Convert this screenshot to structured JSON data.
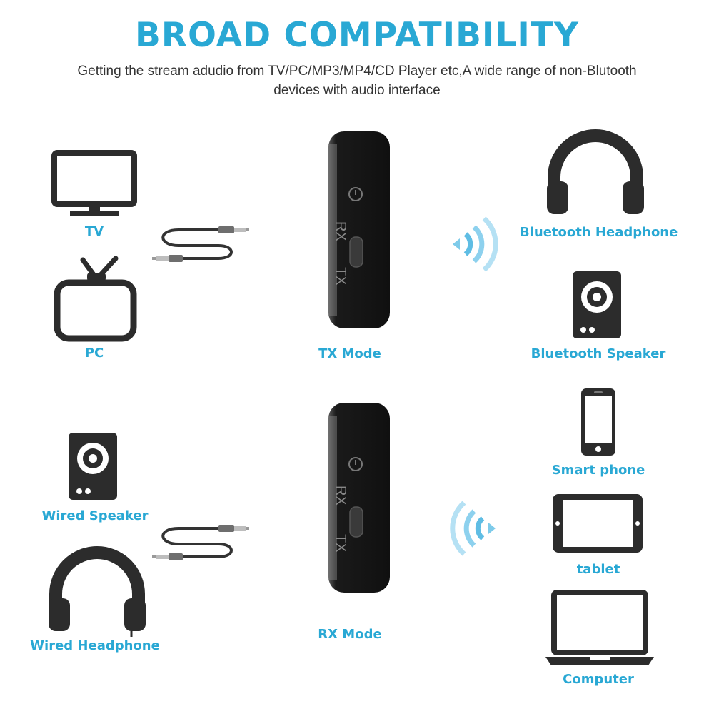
{
  "header": {
    "title": "BROAD COMPATIBILITY",
    "subtitle_line1": "Getting the stream adudio from TV/PC/MP3/MP4/CD Player etc,A wide range of non-Blutooth",
    "subtitle_line2": "devices with audio interface"
  },
  "colors": {
    "accent": "#29a8d4",
    "icon": "#2c2c2c",
    "device": "#141414"
  },
  "tx_section": {
    "sources": [
      {
        "label": "TV",
        "icon": "monitor-icon"
      },
      {
        "label": "PC",
        "icon": "retro-tv-icon"
      }
    ],
    "device": {
      "mode_label": "TX Mode",
      "switch_top": "RX",
      "switch_bottom": "TX"
    },
    "targets": [
      {
        "label": "Bluetooth Headphone",
        "icon": "headphone-icon"
      },
      {
        "label": "Bluetooth Speaker",
        "icon": "speaker-icon"
      }
    ]
  },
  "rx_section": {
    "outputs": [
      {
        "label": "Wired Speaker",
        "icon": "speaker-icon"
      },
      {
        "label": "Wired Headphone",
        "icon": "headphone-icon"
      }
    ],
    "device": {
      "mode_label": "RX Mode",
      "switch_top": "RX",
      "switch_bottom": "TX"
    },
    "sources": [
      {
        "label": "Smart phone",
        "icon": "smartphone-icon"
      },
      {
        "label": "tablet",
        "icon": "tablet-icon"
      },
      {
        "label": "Computer",
        "icon": "laptop-icon"
      }
    ]
  }
}
